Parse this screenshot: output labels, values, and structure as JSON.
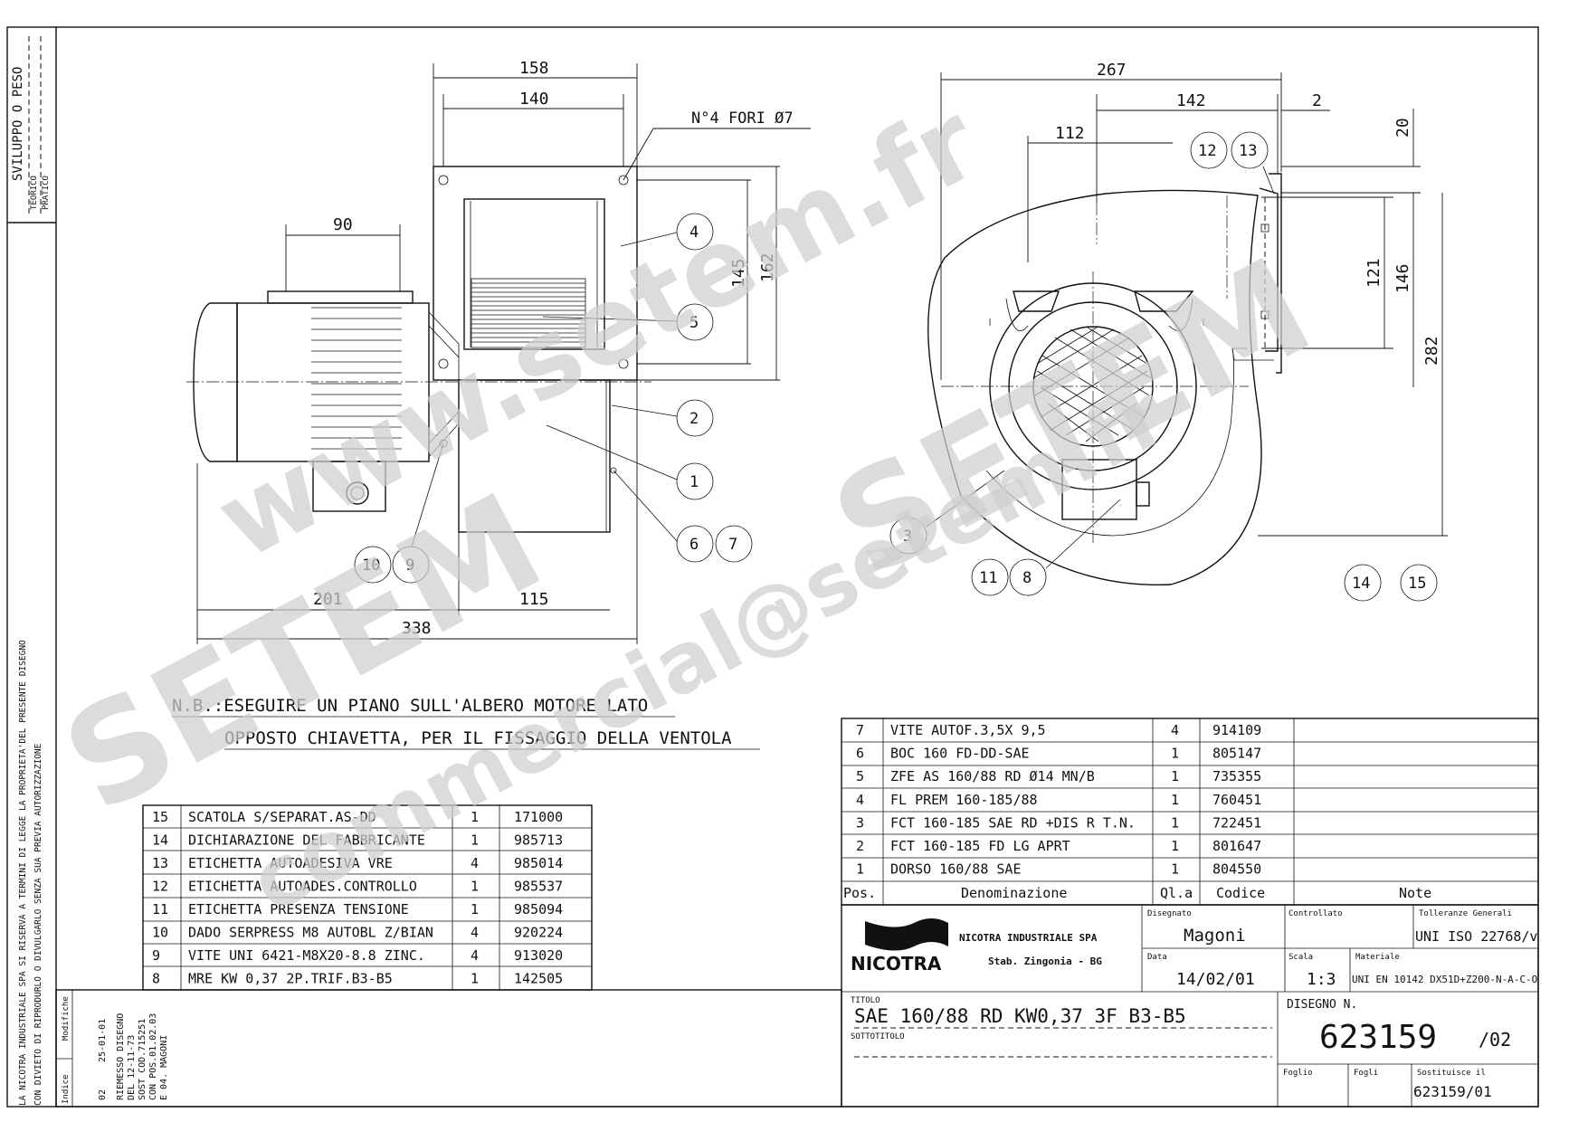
{
  "side_strip": {
    "sviluppo": "SVILUPPO O PESO",
    "teorico": "TEORICO",
    "pratico": "PRATICO",
    "legal_1": "LA NICOTRA INDUSTRIALE SPA SI RISERVA A TERMINI DI LEGGE LA PROPRIETA'DEL PRESENTE DISEGNO",
    "legal_2": "CON DIVIETO DI RIPRODURLO O DIVULGARLO SENZA SUA PREVIA AUTORIZZAZIONE"
  },
  "left_view": {
    "dims": {
      "d158": "158",
      "d140": "140",
      "d90": "90",
      "d145": "145",
      "d162": "162",
      "d201": "201",
      "d115": "115",
      "d338": "338"
    },
    "holes_note": "N°4 FORI Ø7",
    "balloons": [
      "4",
      "5",
      "2",
      "1",
      "6",
      "7",
      "10",
      "9"
    ]
  },
  "right_view": {
    "dims": {
      "d267": "267",
      "d142": "142",
      "d2": "2",
      "d112": "112",
      "d20": "20",
      "d121": "121",
      "d146": "146",
      "d282": "282"
    },
    "balloons": [
      "12",
      "13",
      "3",
      "11",
      "8",
      "14",
      "15"
    ]
  },
  "note": {
    "line1": "N.B.:ESEGUIRE UN PIANO SULL'ALBERO MOTORE LATO",
    "line2": "OPPOSTO CHIAVETTA, PER IL FISSAGGIO DELLA VENTOLA"
  },
  "bom_left": [
    {
      "pos": "15",
      "name": "SCATOLA S/SEPARAT.AS-DD",
      "qty": "1",
      "code": "171000"
    },
    {
      "pos": "14",
      "name": "DICHIARAZIONE DEL FABBRICANTE",
      "qty": "1",
      "code": "985713"
    },
    {
      "pos": "13",
      "name": "ETICHETTA AUTOADESIVA VRE",
      "qty": "4",
      "code": "985014"
    },
    {
      "pos": "12",
      "name": "ETICHETTA AUTOADES.CONTROLLO",
      "qty": "1",
      "code": "985537"
    },
    {
      "pos": "11",
      "name": "ETICHETTA PRESENZA TENSIONE",
      "qty": "1",
      "code": "985094"
    },
    {
      "pos": "10",
      "name": "DADO SERPRESS M8 AUTOBL Z/BIAN",
      "qty": "4",
      "code": "920224"
    },
    {
      "pos": "9",
      "name": "VITE UNI 6421-M8X20-8.8 ZINC.",
      "qty": "4",
      "code": "913020"
    },
    {
      "pos": "8",
      "name": "MRE KW 0,37 2P.TRIF.B3-B5",
      "qty": "1",
      "code": "142505"
    }
  ],
  "bom_right": [
    {
      "pos": "7",
      "name": "VITE AUTOF.3,5X 9,5",
      "qty": "4",
      "code": "914109"
    },
    {
      "pos": "6",
      "name": "BOC 160 FD-DD-SAE",
      "qty": "1",
      "code": "805147"
    },
    {
      "pos": "5",
      "name": "ZFE AS 160/88 RD Ø14 MN/B",
      "qty": "1",
      "code": "735355"
    },
    {
      "pos": "4",
      "name": "FL PREM 160-185/88",
      "qty": "1",
      "code": "760451"
    },
    {
      "pos": "3",
      "name": "FCT 160-185 SAE RD +DIS R T.N.",
      "qty": "1",
      "code": "722451"
    },
    {
      "pos": "2",
      "name": "FCT 160-185 FD LG APRT",
      "qty": "1",
      "code": "801647"
    },
    {
      "pos": "1",
      "name": "DORSO 160/88 SAE",
      "qty": "1",
      "code": "804550"
    }
  ],
  "bom_header": {
    "pos": "Pos.",
    "name": "Denominazione",
    "qty": "Ql.a",
    "code": "Codice",
    "note": "Note"
  },
  "title_block": {
    "company": "NICOTRA INDUSTRIALE SPA",
    "plant": "Stab. Zingonia - BG",
    "logo": "NICOTRA",
    "disegnato_lbl": "Disegnato",
    "disegnato": "Magoni",
    "controllato_lbl": "Controllato",
    "tolleranze_lbl": "Tolleranze Generali",
    "tolleranze": "UNI ISO 22768/v",
    "data_lbl": "Data",
    "data": "14/02/01",
    "scala_lbl": "Scala",
    "scala": "1:3",
    "materiale_lbl": "Materiale",
    "materiale": "UNI EN 10142 DX51D+Z200-N-A-C-O",
    "titolo_lbl": "TITOLO",
    "titolo": "SAE 160/88 RD KW0,37 3F B3-B5",
    "sottotitolo_lbl": "SOTTOTITOLO",
    "disegno_lbl": "DISEGNO N.",
    "disegno": "623159",
    "rev": "/02",
    "foglio_lbl": "Foglio",
    "fogli_lbl": "Fogli",
    "sostituisce_lbl": "Sostituisce il",
    "sostituisce": "623159/01"
  },
  "revision": {
    "indice_lbl": "Indice",
    "modifiche_lbl": "Modifiche",
    "indice": "02",
    "date": "25-01-01",
    "lines": [
      "RIEMESSO DISEGNO",
      "DEL 12-11-73",
      "SOST COD.715251",
      "CON POS.01.02.03",
      "E 04.  MAGONI"
    ]
  },
  "watermarks": [
    "www.setem.fr",
    "SETEM",
    "SETEM",
    "commercial@setem.fr"
  ]
}
